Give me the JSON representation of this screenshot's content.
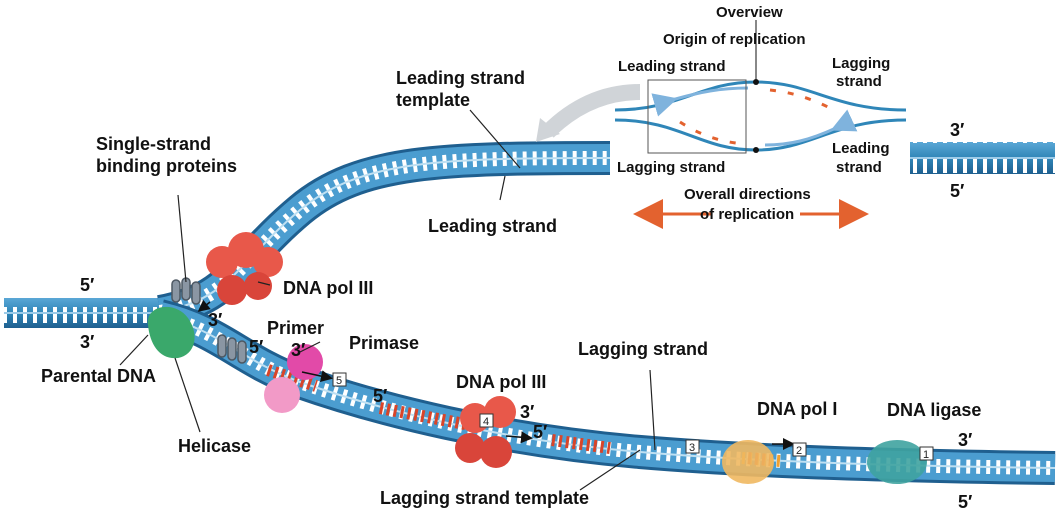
{
  "overview": {
    "title": "Overview",
    "origin_label": "Origin of replication",
    "leading_strand_left": "Leading strand",
    "lagging_strand_right_1": "Lagging",
    "lagging_strand_right_2": "strand",
    "lagging_strand_left": "Lagging strand",
    "leading_strand_right_1": "Leading",
    "leading_strand_right_2": "strand",
    "directions_1": "Overall directions",
    "directions_2": "of replication"
  },
  "labels": {
    "leading_template_1": "Leading strand",
    "leading_template_2": "template",
    "ssb_1": "Single-strand",
    "ssb_2": "binding proteins",
    "leading_strand": "Leading strand",
    "dna_pol_iii_top": "DNA pol III",
    "primer": "Primer",
    "primase": "Primase",
    "lagging_strand": "Lagging strand",
    "dna_pol_iii_bottom": "DNA pol III",
    "dna_pol_i": "DNA pol I",
    "dna_ligase": "DNA ligase",
    "parental_dna": "Parental DNA",
    "helicase": "Helicase",
    "lagging_template": "Lagging strand template"
  },
  "ends": {
    "left_top": "5′",
    "left_bottom": "3′",
    "right_segment_top": "3′",
    "right_segment_bottom": "5′",
    "pol3_top_3": "3′",
    "primer_5": "5′",
    "primer_3": "3′",
    "okazaki_5": "5′",
    "pol3_bottom_3": "3′",
    "pol3_bottom_5": "5′",
    "right_bottom_3": "3′",
    "right_bottom_5": "5′"
  },
  "steps": [
    "1",
    "2",
    "3",
    "4",
    "5"
  ],
  "colors": {
    "dna_strand": "#2f86b8",
    "dna_dark": "#1f5f8f",
    "rung": "#ffffff",
    "primer_red": "#d8452a",
    "pol3_red": "#e8584a",
    "helicase_green": "#3aa86b",
    "primase_pink": "#e24aa8",
    "pol1_yellow": "#f0b860",
    "ligase_teal": "#3fa3a0",
    "ssb_gray": "#8a96a3",
    "arrow_orange": "#e3622f"
  },
  "icons": [
    "helicase-icon",
    "primase-icon",
    "dna-pol-iii-icon",
    "dna-pol-i-icon",
    "dna-ligase-icon",
    "ssb-protein-icon",
    "overview-arrow-icon"
  ]
}
